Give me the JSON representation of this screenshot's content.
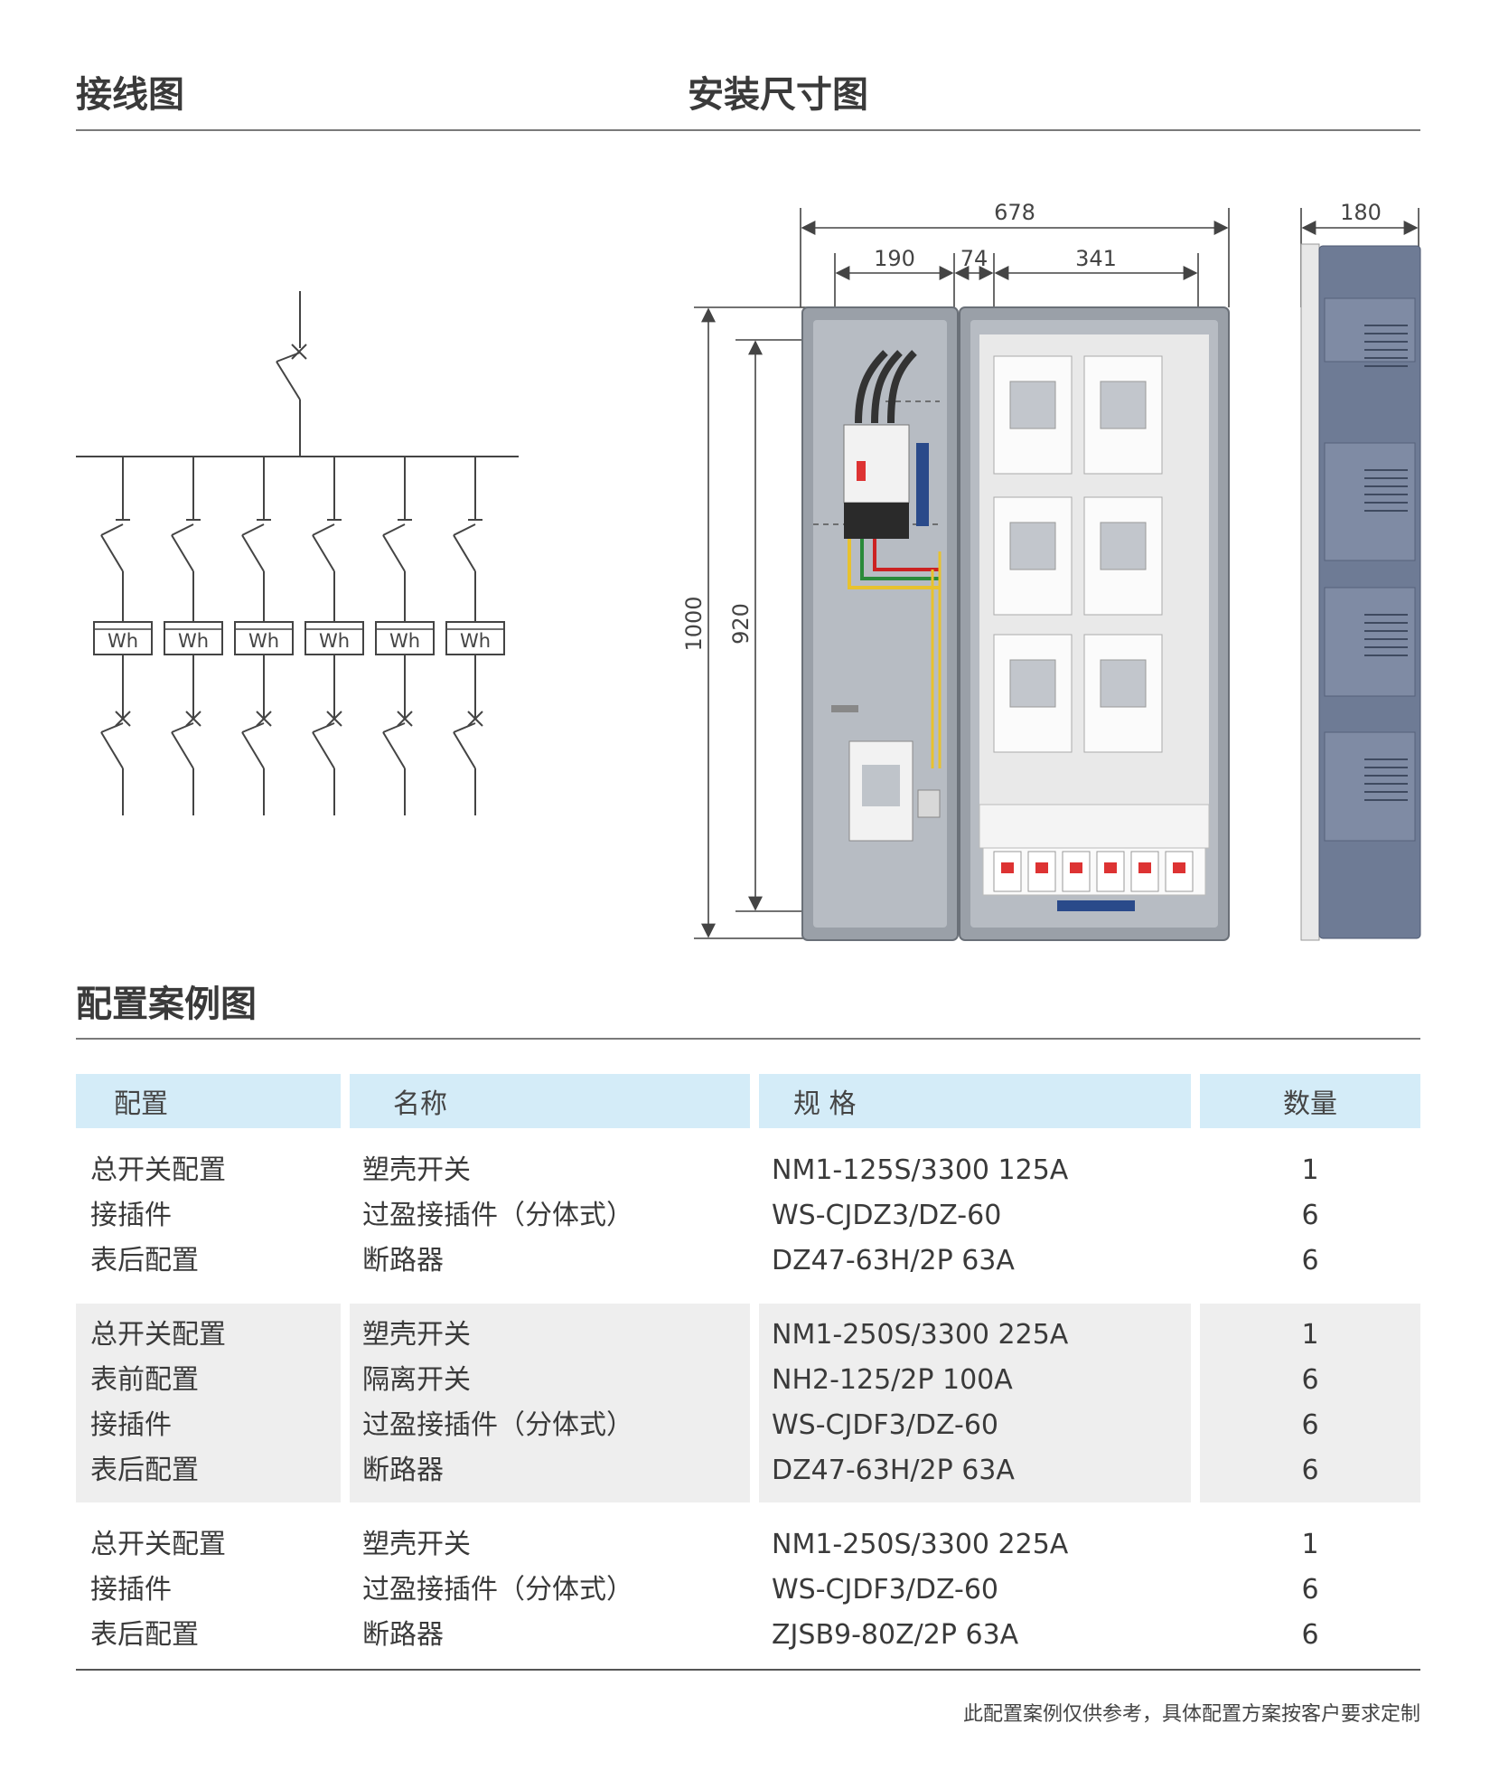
{
  "headings": {
    "wiring": "接线图",
    "install": "安装尺寸图",
    "config": "配置案例图"
  },
  "dimensions": {
    "total_width": "678",
    "depth": "180",
    "seg_left": "190",
    "seg_mid": "74",
    "seg_right": "341",
    "total_height": "1000",
    "inner_height": "920"
  },
  "wiring": {
    "meter_label": "Wh",
    "meter_count": 6
  },
  "table": {
    "headers": [
      "配置",
      "名称",
      "规 格",
      "数量"
    ],
    "groups": [
      {
        "rows": [
          {
            "config": "总开关配置",
            "name": "塑壳开关",
            "spec": "NM1-125S/3300 125A",
            "qty": "1"
          },
          {
            "config": "接插件",
            "name": "过盈接插件（分体式）",
            "spec": "WS-CJDZ3/DZ-60",
            "qty": "6"
          },
          {
            "config": "表后配置",
            "name": "断路器",
            "spec": "DZ47-63H/2P 63A",
            "qty": "6"
          }
        ]
      },
      {
        "rows": [
          {
            "config": "总开关配置",
            "name": "塑壳开关",
            "spec": "NM1-250S/3300 225A",
            "qty": "1"
          },
          {
            "config": "表前配置",
            "name": "隔离开关",
            "spec": "NH2-125/2P 100A",
            "qty": "6"
          },
          {
            "config": "接插件",
            "name": "过盈接插件（分体式）",
            "spec": "WS-CJDF3/DZ-60",
            "qty": "6"
          },
          {
            "config": "表后配置",
            "name": "断路器",
            "spec": "DZ47-63H/2P 63A",
            "qty": "6"
          }
        ]
      },
      {
        "rows": [
          {
            "config": "总开关配置",
            "name": "塑壳开关",
            "spec": "NM1-250S/3300 225A",
            "qty": "1"
          },
          {
            "config": "接插件",
            "name": "过盈接插件（分体式）",
            "spec": "WS-CJDF3/DZ-60",
            "qty": "6"
          },
          {
            "config": "表后配置",
            "name": "断路器",
            "spec": "ZJSB9-80Z/2P 63A",
            "qty": "6"
          }
        ]
      }
    ]
  },
  "footnote": "此配置案例仅供参考，具体配置方案按客户要求定制",
  "colors": {
    "header_bg": "#d4ecf8",
    "shade_bg": "#eeeeee",
    "line": "#444444",
    "cabinet_gray": "#9aa0a8",
    "side_blue": "#6e7b95"
  }
}
